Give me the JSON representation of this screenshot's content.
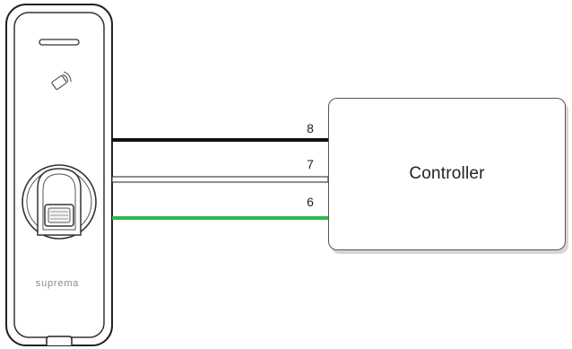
{
  "device": {
    "brand_label": "suprema"
  },
  "wires": [
    {
      "number": "8",
      "color": "#111111"
    },
    {
      "number": "7",
      "color": "#ffffff"
    },
    {
      "number": "6",
      "color": "#2db84a"
    }
  ],
  "controller": {
    "label": "Controller"
  }
}
